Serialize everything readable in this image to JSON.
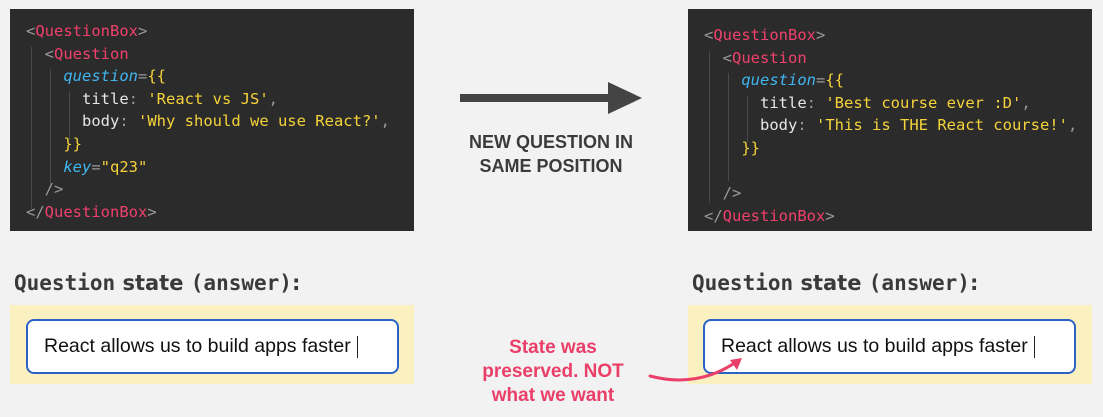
{
  "left_code": {
    "line1_tag": "QuestionBox",
    "line2_tag": "Question",
    "prop_name": "question",
    "title_key": "title",
    "title_value": "'React vs JS'",
    "body_key": "body",
    "body_value": "'Why should we use React?'",
    "key_attr": "key",
    "key_value": "\"q23\"",
    "close_tag": "QuestionBox"
  },
  "right_code": {
    "line1_tag": "QuestionBox",
    "line2_tag": "Question",
    "prop_name": "question",
    "title_key": "title",
    "title_value": "'Best course ever :D'",
    "body_key": "body",
    "body_value": "'This is THE React course!'",
    "close_tag": "QuestionBox"
  },
  "arrow_label": {
    "line1": "NEW QUESTION IN",
    "line2": "SAME POSITION"
  },
  "left_state": {
    "label_mono1": "Question",
    "label_text": " state ",
    "label_mono2": "(answer)",
    "label_colon": ":",
    "input_value": "React allows us to build apps faster"
  },
  "right_state": {
    "label_mono1": "Question",
    "label_text": " state ",
    "label_mono2": "(answer)",
    "label_colon": ":",
    "input_value": "React allows us to build apps faster"
  },
  "annotation": {
    "line1": "State was",
    "line2": "preserved. NOT",
    "line3": "what we want"
  },
  "colors": {
    "accent_red": "#ea3f68",
    "input_border": "#2a62c6",
    "highlight": "#fbf0bf",
    "code_bg": "#2b2b2b"
  }
}
